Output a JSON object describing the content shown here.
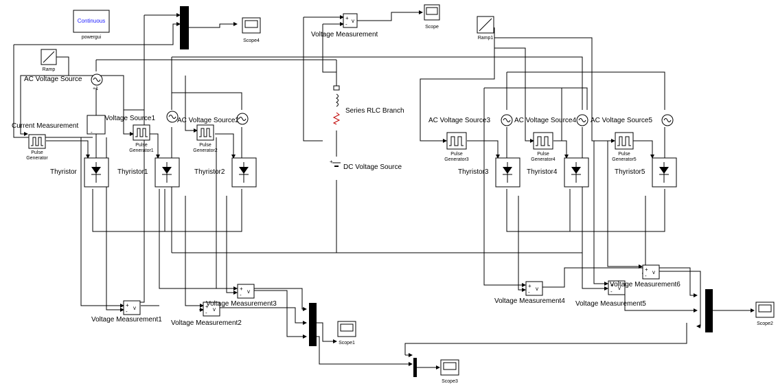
{
  "powergui": {
    "mode": "Continuous",
    "label": "powergui"
  },
  "sources": {
    "ramp": "Ramp",
    "ramp1": "Ramp1",
    "ac": [
      "AC Voltage Source",
      "AC Voltage Source1",
      "AC Voltage Source2",
      "AC Voltage Source3",
      "AC Voltage Source4",
      "AC Voltage Source5"
    ],
    "dc": "DC Voltage Source",
    "rlc": "Series RLC Branch"
  },
  "pulse_generators": [
    [
      "Pulse",
      "Generator"
    ],
    [
      "Pulse",
      "Generator1"
    ],
    [
      "Pulse",
      "Generator2"
    ],
    [
      "Pulse",
      "Generator3"
    ],
    [
      "Pulse",
      "Generator4"
    ],
    [
      "Pulse",
      "Generator5"
    ]
  ],
  "thyristors": [
    "Thyristor",
    "Thyristor1",
    "Thyristor2",
    "Thyristor3",
    "Thyristor4",
    "Thyristor5"
  ],
  "current_measurement": "Current Measurement",
  "voltage_measurements": {
    "main": "Voltage Measurement",
    "vm1": "Voltage Measurement1",
    "vm2": "Voltage Measurement2",
    "vm3": "Voltage Measurement3",
    "vm4": "Voltage Measurement4",
    "vm5": "Voltage Measurement5",
    "vm6": "Voltage Measurement6"
  },
  "scopes": {
    "scope": "Scope",
    "scope1": "Scope1",
    "scope2": "Scope2",
    "scope3": "Scope3",
    "scope4": "Scope4"
  },
  "port_marks": {
    "plus": "+",
    "minus": "-",
    "v": "v",
    "plus_one": "+1"
  }
}
